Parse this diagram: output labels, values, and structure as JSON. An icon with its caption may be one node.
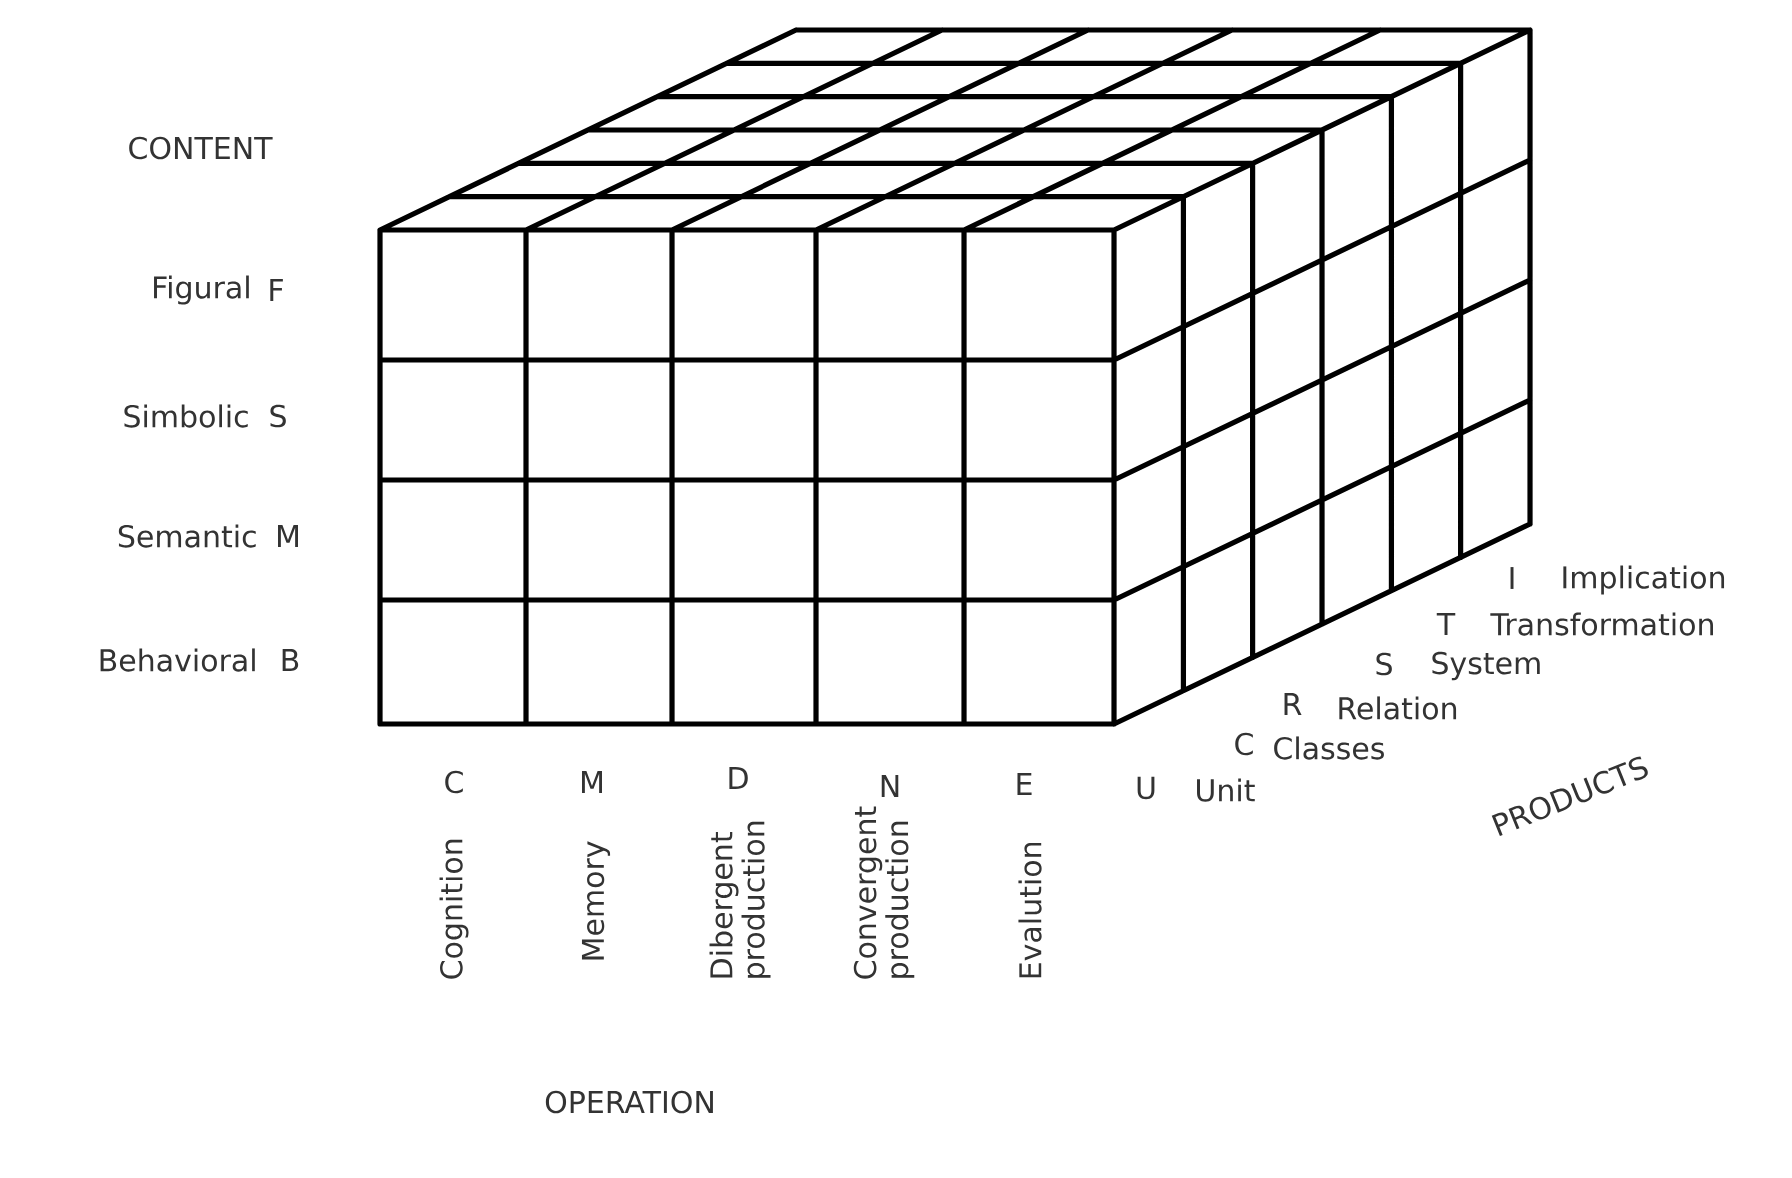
{
  "diagram": {
    "labels": [
      "CONTENT",
      "Figural",
      "F",
      "Simbolic",
      "S",
      "Semantic",
      "M",
      "Behavioral",
      "B",
      "I",
      "Implication",
      "T",
      "Transformation",
      "S",
      "System",
      "R",
      "Relation",
      "C",
      "Classes",
      "C",
      "M",
      "D",
      "N",
      "E",
      "U",
      "Unit",
      "PRODUCTS",
      "Cognition",
      "Memory",
      "Dibergent production",
      "Convergent production",
      "Evalution",
      "OPERATION"
    ]
  }
}
